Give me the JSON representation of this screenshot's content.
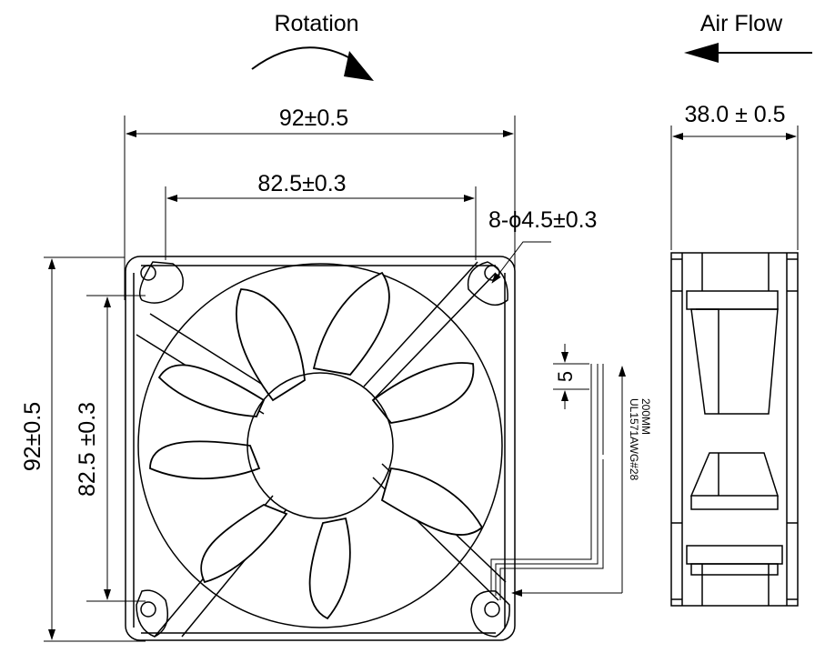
{
  "labels": {
    "rotation": "Rotation",
    "air_flow": "Air Flow",
    "overall_width": "92±0.5",
    "hole_spacing_width": "82.5±0.3",
    "mounting_holes": "8-ϕ4.5±0.3",
    "depth": "38.0 ± 0.5",
    "overall_height": "92±0.5",
    "hole_spacing_height": "82.5 ±0.3",
    "wire_spacing": "5",
    "wire_spec": "UL1571AWG#28",
    "wire_length": "200MM"
  }
}
